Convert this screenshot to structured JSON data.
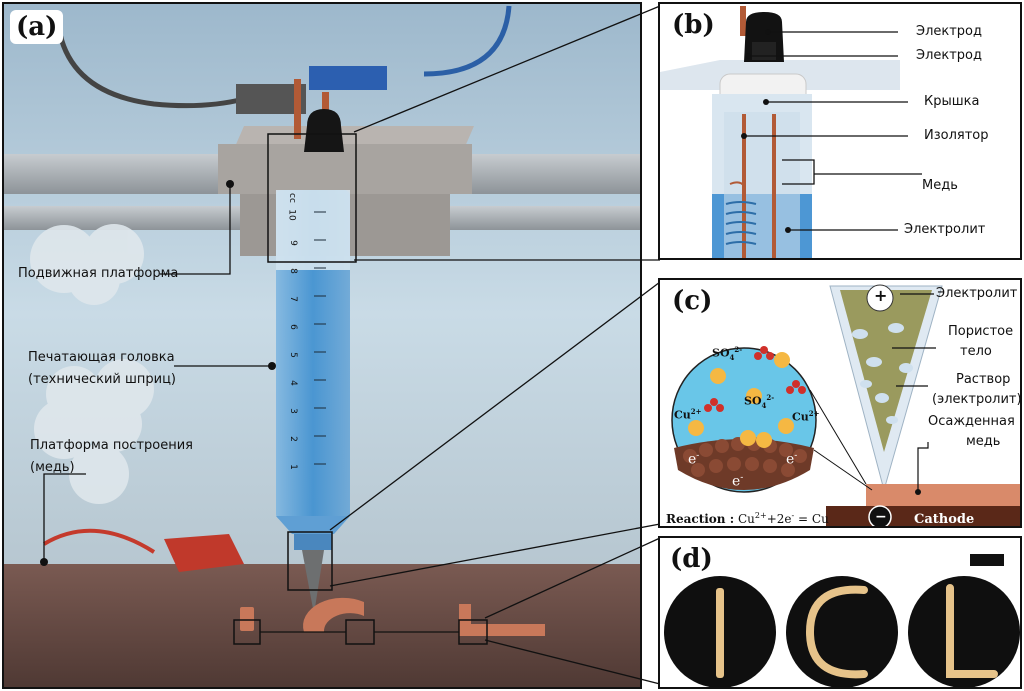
{
  "panel_a": {
    "label": "(a)",
    "callouts": {
      "moving_platform": "Подвижная платформа",
      "print_head_line1": "Печатающая головка",
      "print_head_line2": "(технический шприц)",
      "build_platform_line1": "Платформа построения",
      "build_platform_line2": "(медь)"
    },
    "syringe_scale": [
      "cc",
      "10",
      "9",
      "8",
      "7",
      "6",
      "5",
      "4",
      "3",
      "2",
      "1"
    ]
  },
  "panel_b": {
    "label": "(b)",
    "callouts": {
      "electrode_1": "Электрод",
      "electrode_2": "Электрод",
      "lid": "Крышка",
      "insulator": "Изолятор",
      "copper": "Медь",
      "electrolyte": "Электролит"
    }
  },
  "panel_c": {
    "label": "(c)",
    "callouts": {
      "electrolyte": "Электролит",
      "porous_body_line1": "Пористое",
      "porous_body_line2": "тело",
      "solution_line1": "Раствор",
      "solution_line2": "(электролит)",
      "deposited_line1": "Осажденная",
      "deposited_line2": "медь"
    },
    "species": {
      "sulfate_1": "SO",
      "sulfate_2": "SO",
      "sulfate_sub": "4",
      "sulfate_sup": "2-",
      "cu_1": "Cu",
      "cu_2": "Cu",
      "cu_sup": "2+",
      "electron": "e",
      "electron_sup": "-"
    },
    "reaction_label": "Reaction :",
    "reaction_cu": "Cu",
    "reaction_cu_sup": "2+",
    "reaction_mid": "+2e",
    "reaction_e_sup": "-",
    "reaction_end": "= Cu",
    "plus_sign": "+",
    "minus_sign": "−",
    "cathode": "Cathode"
  },
  "panel_d": {
    "label": "(d)",
    "letters": [
      "I",
      "C",
      "L"
    ]
  },
  "colors": {
    "copper": "#c8785a",
    "electrolyte_blue": "#3d8fd0",
    "sky": "#bcd6e8",
    "floor": "#6b5048",
    "platform_grey": "#a8a4a0",
    "print_gold": "#e6c38a"
  }
}
